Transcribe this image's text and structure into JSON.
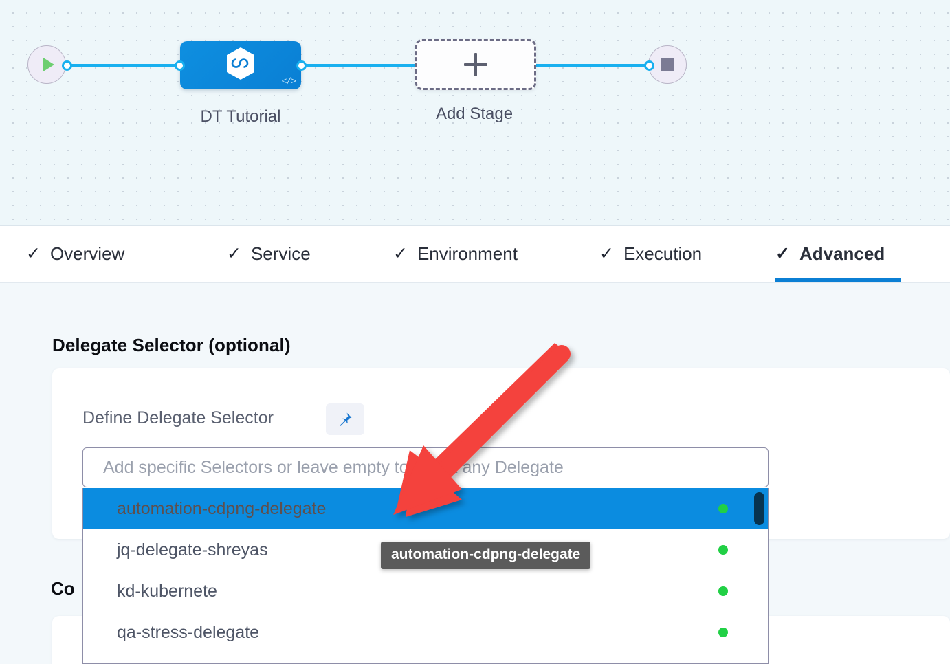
{
  "pipeline": {
    "start_node": {
      "icon": "play-icon",
      "label": ""
    },
    "stage_node": {
      "label": "DT Tutorial",
      "icon": "harness-hexagon-icon",
      "badge": "</>"
    },
    "add_stage_node": {
      "label": "Add Stage",
      "icon": "plus-icon"
    },
    "end_node": {
      "icon": "stop-icon"
    }
  },
  "tabs": [
    {
      "label": "Overview",
      "check": "✓",
      "active": false
    },
    {
      "label": "Service",
      "check": "✓",
      "active": false
    },
    {
      "label": "Environment",
      "check": "✓",
      "active": false
    },
    {
      "label": "Execution",
      "check": "✓",
      "active": false
    },
    {
      "label": "Advanced",
      "check": "✓",
      "active": true
    }
  ],
  "advanced": {
    "section_title": "Delegate Selector (optional)",
    "section_title_2": "Co",
    "field_label": "Define Delegate Selector",
    "pin_button_icon": "pin-icon",
    "selector_input": {
      "value": "",
      "placeholder": "Add specific Selectors or leave empty to target any Delegate"
    },
    "dropdown": {
      "options": [
        {
          "label": "automation-cdpng-delegate",
          "status": "connected",
          "selected": true
        },
        {
          "label": "jq-delegate-shreyas",
          "status": "connected",
          "selected": false
        },
        {
          "label": "kd-kubernete",
          "status": "connected",
          "selected": false
        },
        {
          "label": "qa-stress-delegate",
          "status": "connected",
          "selected": false
        }
      ],
      "scrollbar": "vertical-scrollbar"
    },
    "tooltip": "automation-cdpng-delegate"
  },
  "colors": {
    "accent_blue": "#0b7fd4",
    "selected_row_blue": "#0b8ce0",
    "status_green": "#21d045",
    "connector_blue": "#19b0ef",
    "annotation_red": "#f4423c",
    "canvas_bg": "#eef7fa",
    "panel_bg": "#f3f8fb"
  }
}
